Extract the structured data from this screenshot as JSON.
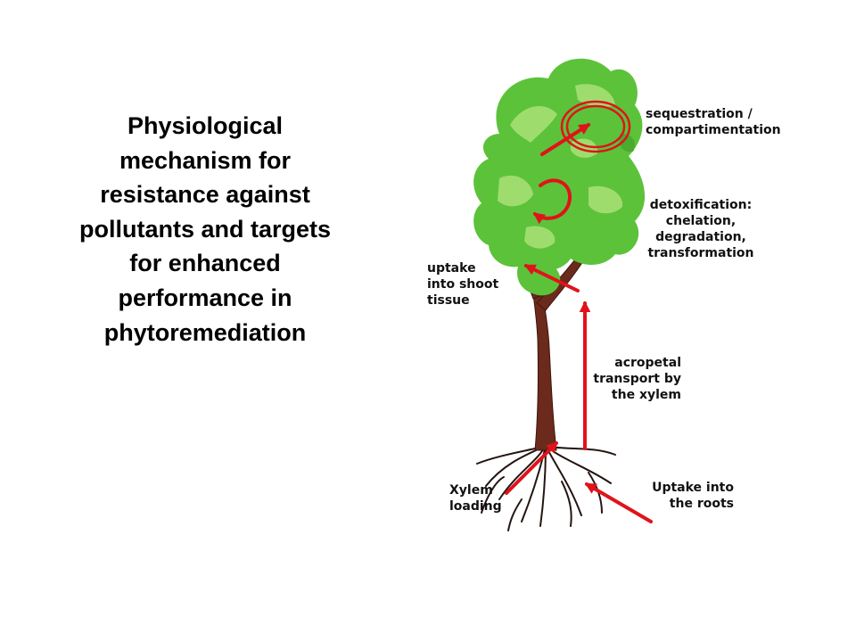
{
  "title": [
    "Physiological",
    "mechanism for",
    "resistance against",
    "pollutants and targets",
    "for enhanced",
    "performance in",
    "phytoremediation"
  ],
  "labels": {
    "sequestration": [
      "sequestration /",
      "compartimentation"
    ],
    "detoxification": [
      "detoxification:",
      "chelation,",
      "degradation,",
      "transformation"
    ],
    "shoot_uptake": [
      "uptake",
      "into shoot",
      "tissue"
    ],
    "acropetal": [
      "acropetal",
      "transport by",
      "the xylem"
    ],
    "xylem_loading": [
      "Xylem",
      "loading"
    ],
    "root_uptake": [
      "Uptake into",
      "the roots"
    ]
  },
  "colors": {
    "arrow": "#e0131b",
    "leaf_dark": "#5cc23a",
    "leaf_light": "#9fdc6e",
    "trunk": "#6b2a1c",
    "roots": "#241512"
  }
}
